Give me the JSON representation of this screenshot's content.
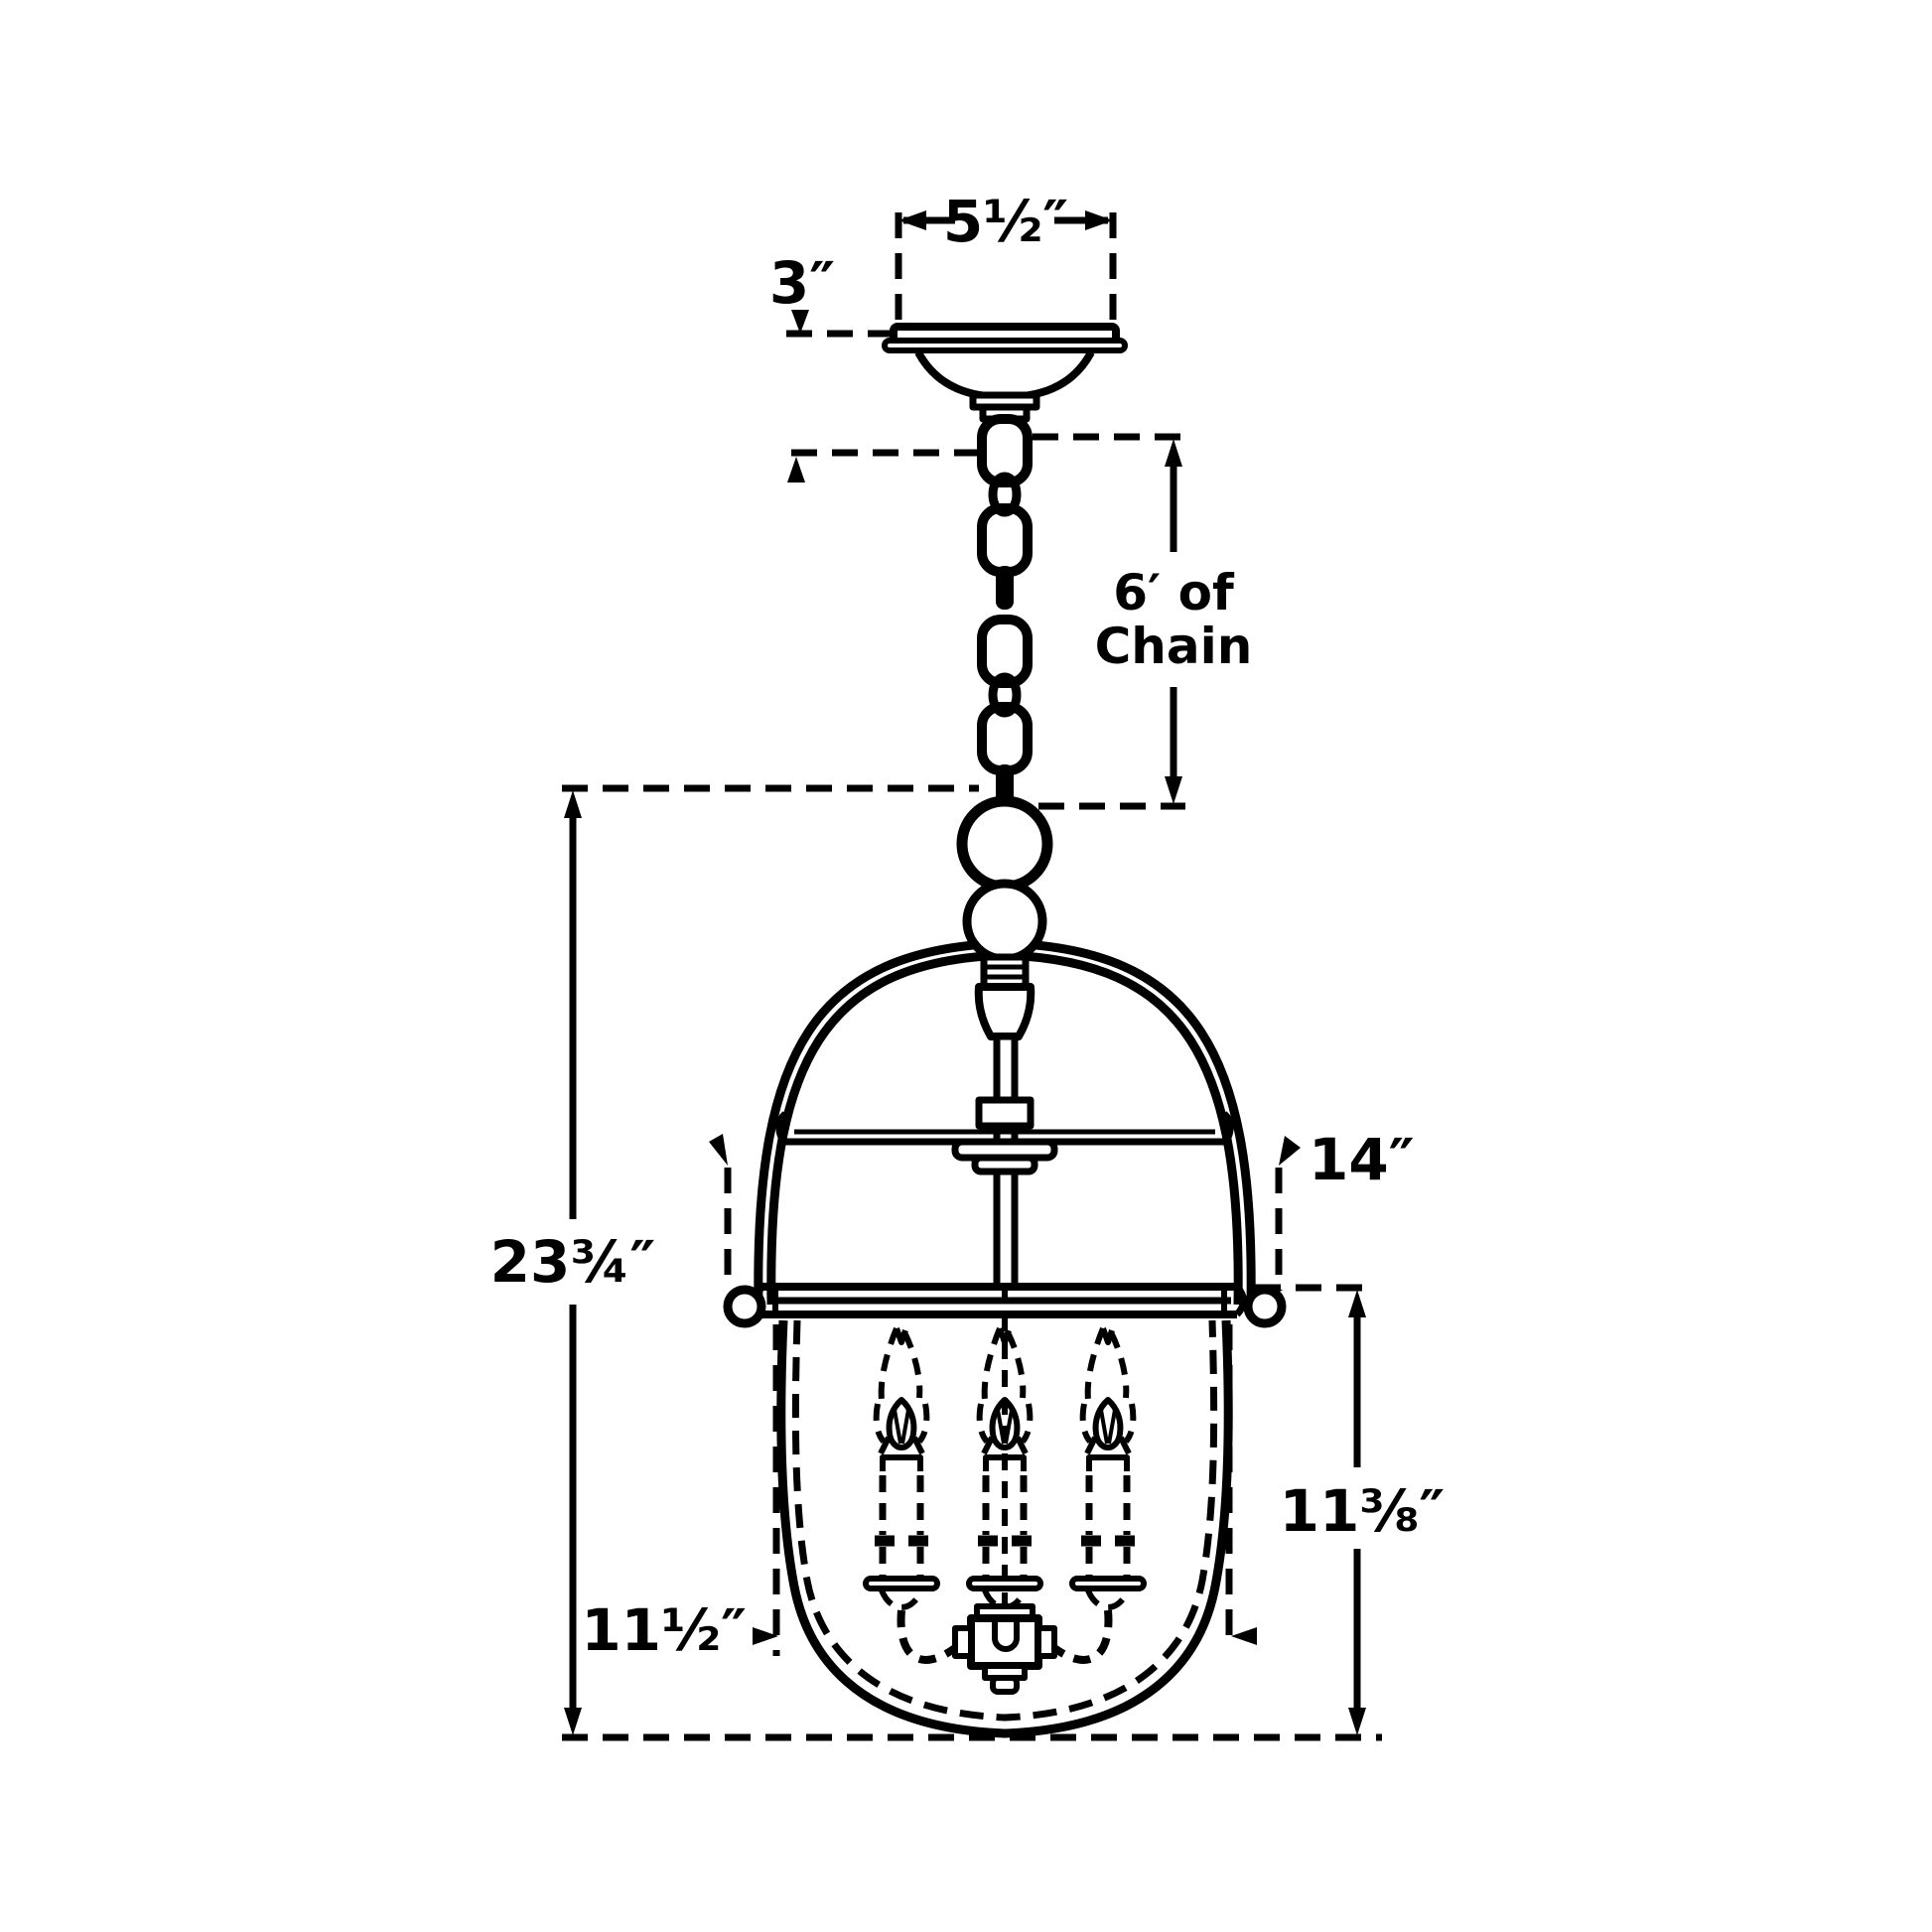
{
  "diagram": {
    "title": "Pendant lantern fixture dimension drawing",
    "labels": {
      "canopy_width": "5½″",
      "canopy_height": "3″",
      "chain_line1": "6′ of",
      "chain_line2": "Chain",
      "overall_height": "23¾″",
      "body_width": "14″",
      "glass_height": "11⅜″",
      "glass_width": "11½″"
    },
    "colors": {
      "line": "#000000",
      "background": "#ffffff"
    }
  }
}
